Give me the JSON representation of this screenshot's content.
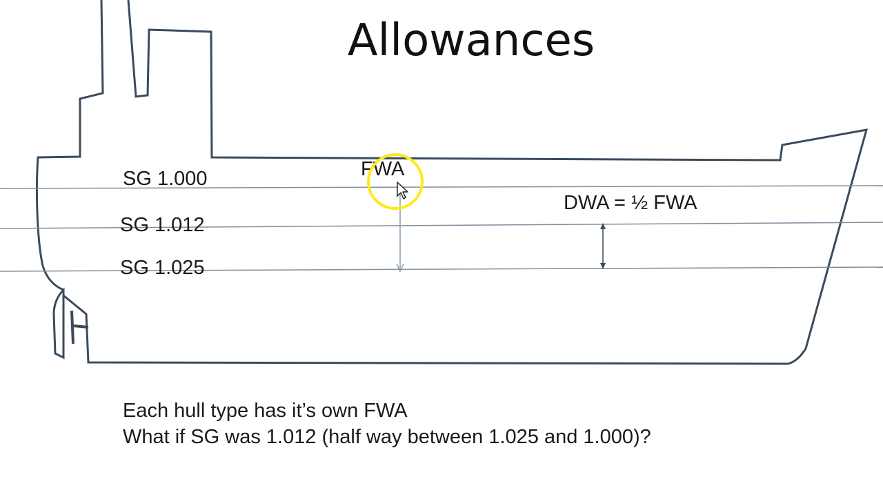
{
  "title": "Allowances",
  "labels": {
    "sg_1000": "SG 1.000",
    "sg_1012": "SG 1.012",
    "sg_1025": "SG 1.025",
    "fwa": "FWA",
    "dwa": "DWA = ½ FWA"
  },
  "notes": [
    "Each hull type has it’s own FWA",
    "What if SG was 1.012 (half way between 1.025 and 1.000)?"
  ],
  "colors": {
    "hull": "#3b4b5c",
    "waterline": "#7e8fa0",
    "arrow": "#8a9aab",
    "highlight": "#ffe91a"
  }
}
